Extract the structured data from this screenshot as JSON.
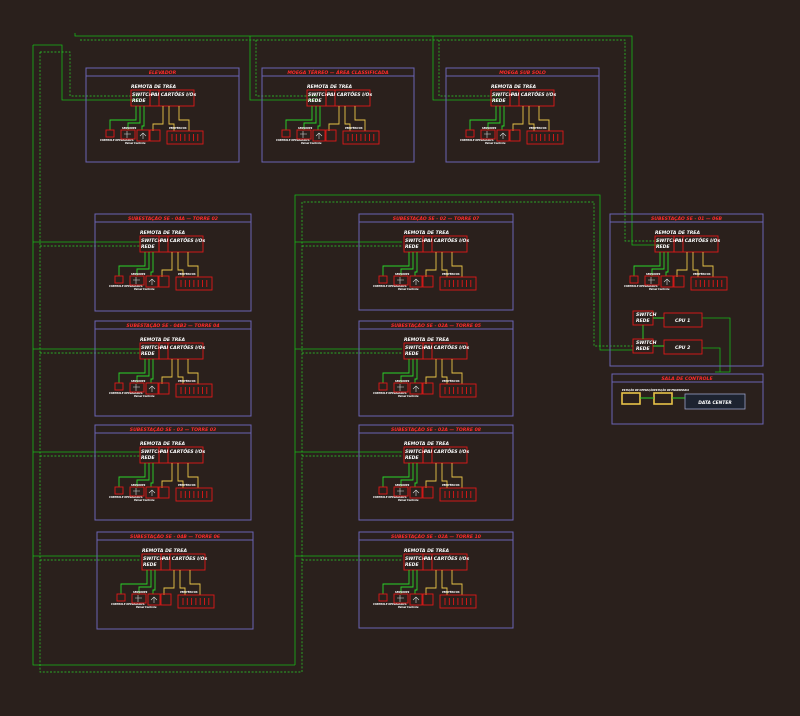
{
  "diagram": {
    "common": {
      "remota": "REMOTA DE TREA",
      "switch_line1": "SWITCH",
      "switch_line2": "REDE",
      "cartoes": "PAI CARTÕES I/Os",
      "perifericos": "PERIFÉRICOS",
      "controle": "Painel Controle",
      "device_small": "SENSORES",
      "device_caption": "CONTROLE OPERADORES"
    },
    "panels": [
      {
        "id": "elevador",
        "title": "ELEVADOR"
      },
      {
        "id": "terreo",
        "title": "MOEGA TÉRREO — ÁREA CLASSIFICADA"
      },
      {
        "id": "sub-solo",
        "title": "MOEGA SUB SOLO"
      },
      {
        "id": "sub-02",
        "title": "SUBESTAÇÃO SE - 04A — TORRE 02"
      },
      {
        "id": "sub-04",
        "title": "SUBESTAÇÃO SE - 04B2 — TORRE 04"
      },
      {
        "id": "sub-03",
        "title": "SUBESTAÇÃO SE - 03 — TORRE 03"
      },
      {
        "id": "sub-06",
        "title": "SUBESTAÇÃO SE - 04B — TORRE 06"
      },
      {
        "id": "sub-07",
        "title": "SUBESTAÇÃO SE - 02 — TORRE 07"
      },
      {
        "id": "sub-05",
        "title": "SUBESTAÇÃO SE - 02A — TORRE 05"
      },
      {
        "id": "sub-08",
        "title": "SUBESTAÇÃO SE - 02A — TORRE 08"
      },
      {
        "id": "sub-10",
        "title": "SUBESTAÇÃO SE - 02A — TORRE 10"
      },
      {
        "id": "sub-01",
        "title": "SUBESTAÇÃO SE - 01 — 06B"
      }
    ],
    "cpu1": "CPU 1",
    "cpu2": "CPU 2",
    "control_room": {
      "title": "SALA DE CONTROLE",
      "ws1": "ESTAÇÃO DE OPERAÇÃO",
      "ws2": "ESTAÇÃO DE ENGENHARIA",
      "datacenter": "DATA CENTER"
    }
  }
}
